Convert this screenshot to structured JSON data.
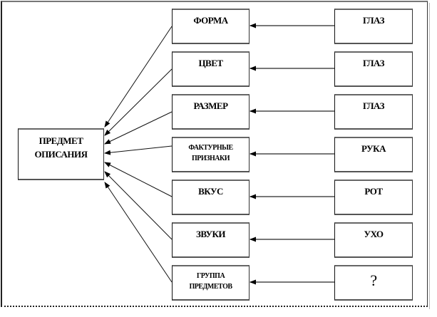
{
  "diagram": {
    "center": {
      "label_line1": "ПРЕДМЕТ",
      "label_line2": "ОПИСАНИЯ"
    },
    "rows": [
      {
        "property": [
          "ФОРМА"
        ],
        "source": "ГЛАЗ"
      },
      {
        "property": [
          "ЦВЕТ"
        ],
        "source": "ГЛАЗ"
      },
      {
        "property": [
          "РАЗМЕР"
        ],
        "source": "ГЛАЗ"
      },
      {
        "property": [
          "ФАКТУРНЫЕ",
          "ПРИЗНАКИ"
        ],
        "source": "РУКА"
      },
      {
        "property": [
          "ВКУС"
        ],
        "source": "РОТ"
      },
      {
        "property": [
          "ЗВУКИ"
        ],
        "source": "УХО"
      },
      {
        "property": [
          "ГРУППА",
          "ПРЕДМЕТОВ"
        ],
        "source": "?"
      }
    ],
    "colors": {
      "line": "#111111",
      "source_arrow": "#777777"
    }
  }
}
